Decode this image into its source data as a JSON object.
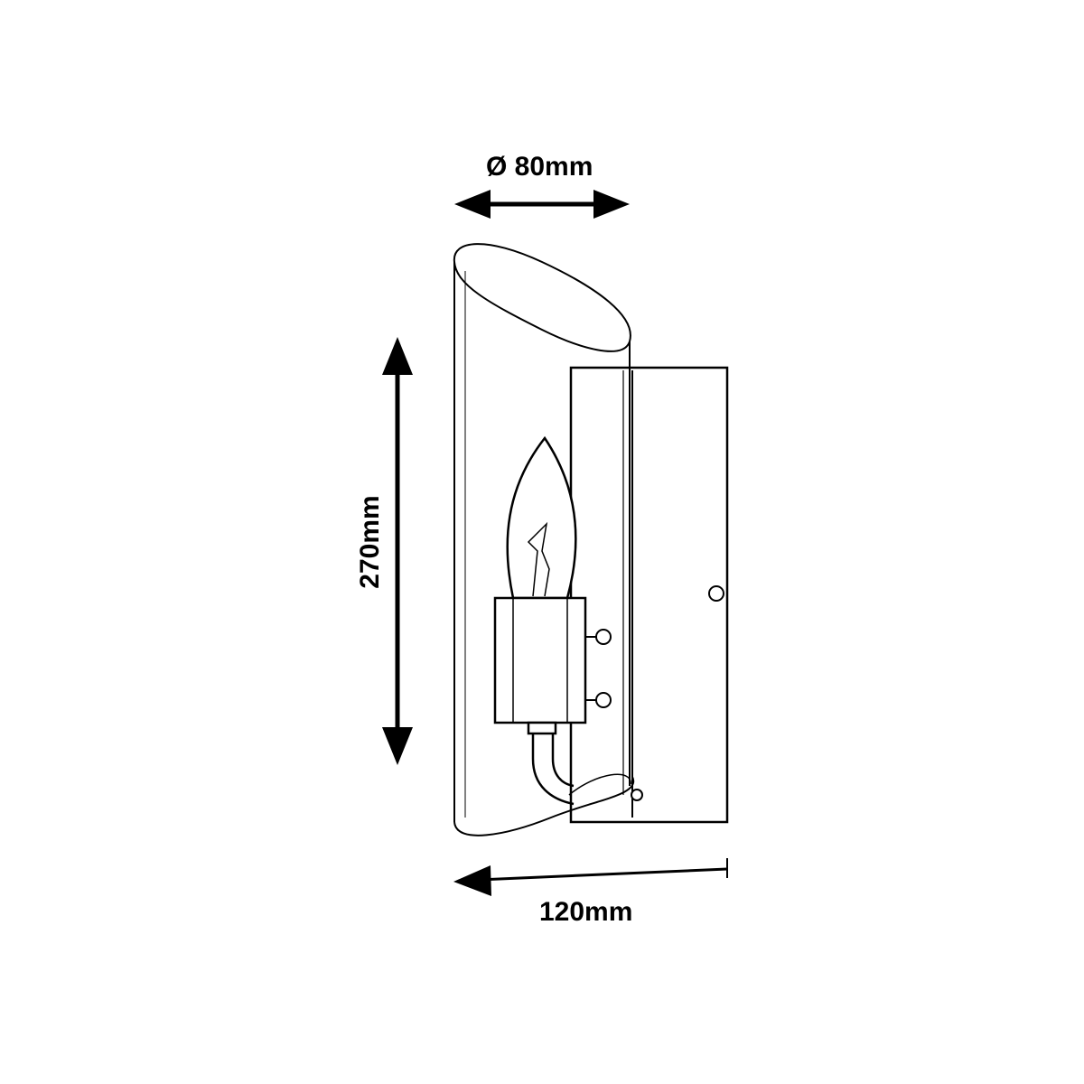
{
  "dimensions": {
    "diameter": "Ø 80mm",
    "height": "270mm",
    "width": "120mm"
  },
  "colors": {
    "line": "#000000",
    "background": "#ffffff"
  }
}
